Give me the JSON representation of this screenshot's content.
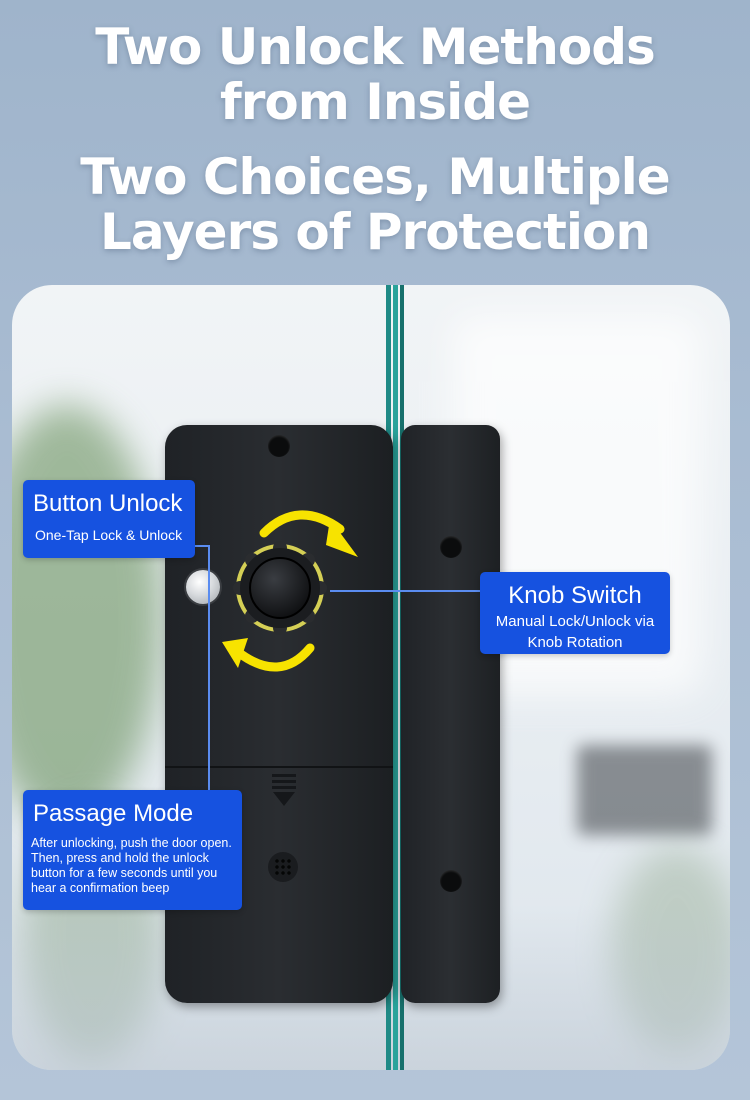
{
  "headline": {
    "line1": "Two Unlock Methods",
    "line2": "from Inside",
    "line3": "Two Choices, Multiple",
    "line4": "Layers of Protection"
  },
  "callouts": {
    "button_unlock": {
      "title": "Button Unlock",
      "desc": "One-Tap Lock & Unlock"
    },
    "knob_switch": {
      "title": "Knob Switch",
      "desc_line1": "Manual Lock/Unlock via",
      "desc_line2": "Knob Rotation"
    },
    "passage_mode": {
      "title": "Passage Mode",
      "desc_line1": "After unlocking, push the door open.",
      "desc_line2": "Then, press and hold the unlock",
      "desc_line3": "button for a few seconds until you",
      "desc_line4": "hear a confirmation beep"
    }
  },
  "colors": {
    "callout_bg": "#1652e0",
    "arrow": "#f7e300",
    "glass_edge": "#1f8a86"
  },
  "icons": {
    "rotate_arrow_top": "curved-arrow-clockwise-icon",
    "rotate_arrow_bottom": "curved-arrow-counterclockwise-icon"
  }
}
